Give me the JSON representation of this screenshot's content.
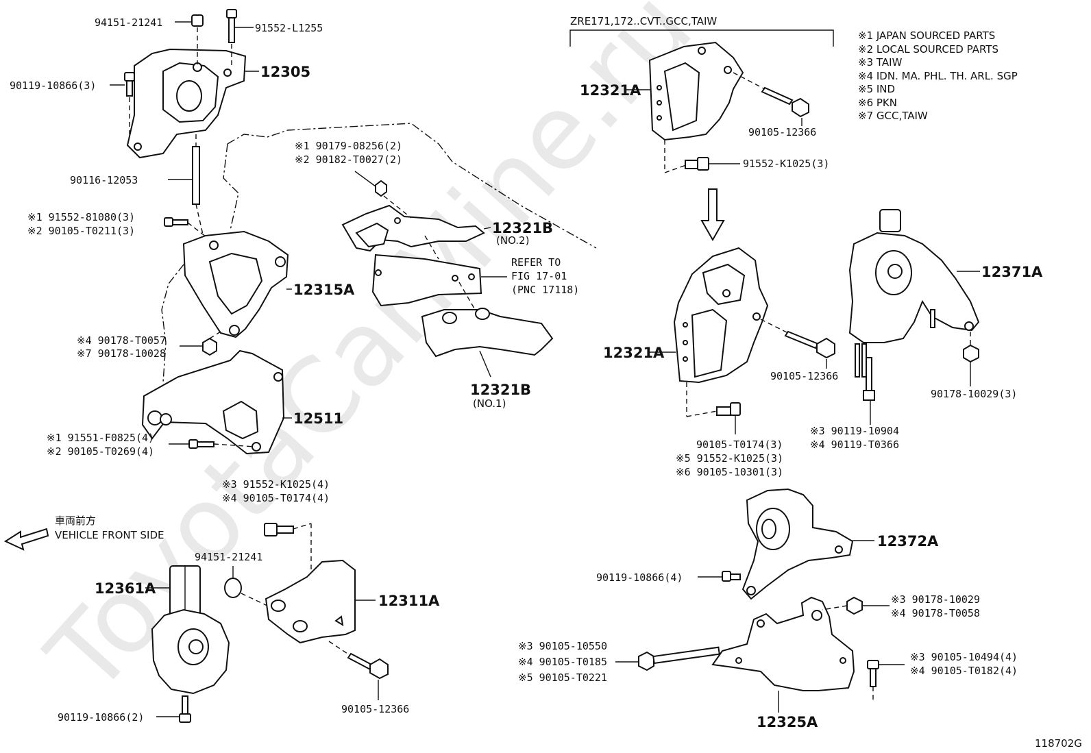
{
  "watermark": "ToyotaCarMine.ru",
  "figure_code": "118702G",
  "front_side": {
    "jp": "車両前方",
    "en": "VEHICLE FRONT SIDE"
  },
  "variant_header": "ZRE171,172..CVT..GCC,TAIW",
  "notes": [
    "※1 JAPAN SOURCED PARTS",
    "※2 LOCAL SOURCED PARTS",
    "※3 TAIW",
    "※4 IDN. MA. PHL. TH. ARL. SGP",
    "※5 IND",
    "※6 PKN",
    "※7 GCC,TAIW"
  ],
  "refer": [
    "REFER TO",
    "FIG 17-01",
    "(PNC 17118)"
  ],
  "part_numbers": {
    "p12305": "12305",
    "p12315A": "12315A",
    "p12511": "12511",
    "p12321B_no2": "12321B",
    "no2": "(NO.2)",
    "p12321B_no1": "12321B",
    "no1": "(NO.1)",
    "p12321A_top": "12321A",
    "p12321A_mid": "12321A",
    "p12371A": "12371A",
    "p12372A": "12372A",
    "p12361A": "12361A",
    "p12311A": "12311A",
    "p12325A": "12325A"
  },
  "callouts": {
    "c94151_top": "94151-21241",
    "c91552_L1255": "91552-L1255",
    "c90119_10866_3": "90119-10866(3)",
    "c90116_12053": "90116-12053",
    "c91552_81080": "※1 91552-81080(3)",
    "c90105_T0211": "※2 90105-T0211(3)",
    "c90178_T0057": "※4  90178-T0057",
    "c90178_10028": "※7  90178-10028",
    "c91551_F0825": "※1 91551-F0825(4)",
    "c90105_T0269": "※2 90105-T0269(4)",
    "c90179_08256": "※1 90179-08256(2)",
    "c90182_T0027": "※2 90182-T0027(2)",
    "c90105_12366_top": "90105-12366",
    "c91552_K1025_3": "91552-K1025(3)",
    "c90105_12366_mid": "90105-12366",
    "c90105_T0174_3": "90105-T0174(3)",
    "c91552_K1025_3b": "※5 91552-K1025(3)",
    "c90105_10301": "※6 90105-10301(3)",
    "c90178_10029_3": "90178-10029(3)",
    "c90119_10904": "※3  90119-10904",
    "c90119_T0366": "※4  90119-T0366",
    "c91552_K1025_4": "※3  91552-K1025(4)",
    "c90105_T0174_4": "※4  90105-T0174(4)",
    "c94151_bottom": "94151-21241",
    "c90119_10866_2": "90119-10866(2)",
    "c90105_12366_bottom": "90105-12366",
    "c90119_10866_4": "90119-10866(4)",
    "c90178_10029": "※3  90178-10029",
    "c90178_T0058": "※4  90178-T0058",
    "c90105_10550": "※3 90105-10550",
    "c90105_T0185": "※4 90105-T0185",
    "c90105_T0221": "※5 90105-T0221",
    "c90105_10494": "※3  90105-10494(4)",
    "c90105_T0182": "※4  90105-T0182(4)"
  }
}
